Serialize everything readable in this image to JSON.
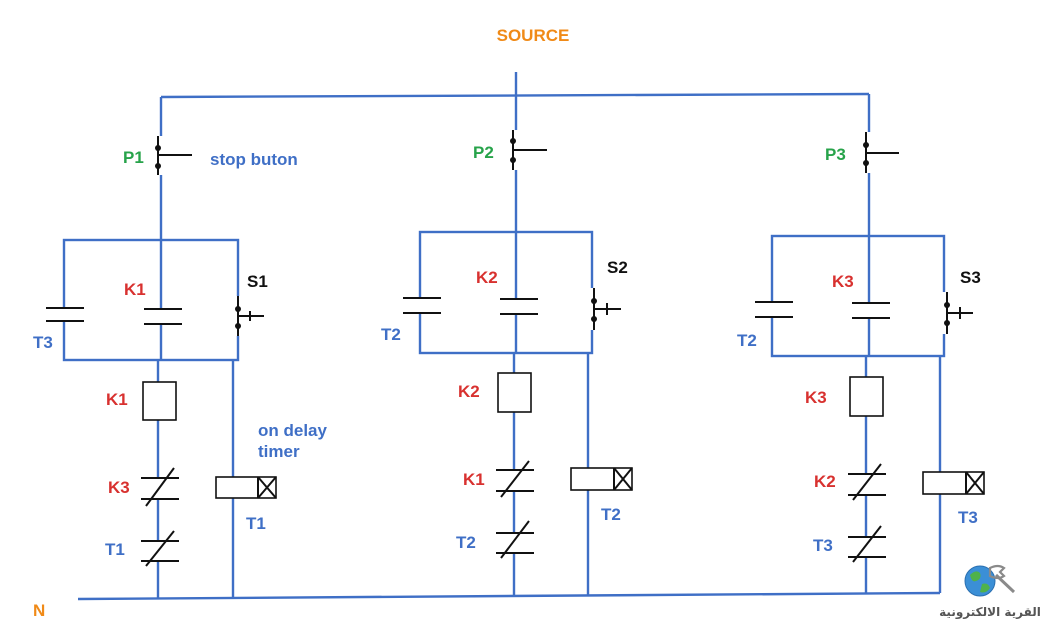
{
  "colors": {
    "wire": "#3f6fc6",
    "symbol": "#111111",
    "label_red": "#d8312f",
    "label_green": "#27a34a",
    "label_blue": "#3f6fc6",
    "label_orange": "#f08a17",
    "label_black": "#111111"
  },
  "source": {
    "label": "SOURCE"
  },
  "neutral": {
    "label": "N"
  },
  "branch1": {
    "p": "P1",
    "stop_note": "stop buton",
    "t_contact": "T3",
    "k_contact": "K1",
    "s": "S1",
    "coil": "K1",
    "nc1": "K3",
    "nc2": "T1",
    "timer_note_1": "on delay",
    "timer_note_2": "timer",
    "timer": "T1"
  },
  "branch2": {
    "p": "P2",
    "t_contact": "T2",
    "k_contact": "K2",
    "s": "S2",
    "coil": "K2",
    "nc1": "K1",
    "nc2": "T2",
    "timer": "T2"
  },
  "branch3": {
    "p": "P3",
    "t_contact": "T2",
    "k_contact": "K3",
    "s": "S3",
    "coil": "K3",
    "nc1": "K2",
    "nc2": "T3",
    "timer": "T3"
  },
  "logo": {
    "text": "القرية الالكترونية",
    "icon": "globe-wrench-icon"
  }
}
